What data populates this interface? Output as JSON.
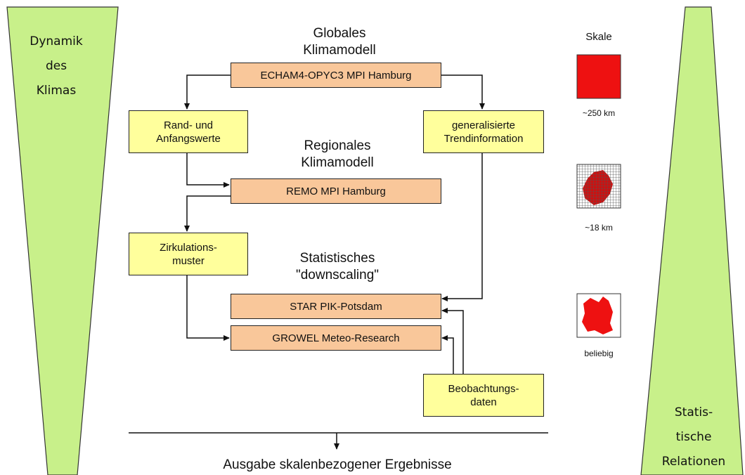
{
  "left_wedge": {
    "lines": [
      "Dynamik",
      "des",
      "Klimas"
    ],
    "color": "#c8f08a"
  },
  "right_wedge": {
    "lines": [
      "Statis-",
      "tische",
      "Relationen"
    ],
    "color": "#c8f08a"
  },
  "headings": {
    "global": [
      "Globales",
      "Klimamodell"
    ],
    "regional": [
      "Regionales",
      "Klimamodell"
    ],
    "statistical": [
      "Statistisches",
      "\"downscaling\""
    ]
  },
  "boxes": {
    "echam": "ECHAM4-OPYC3 MPI Hamburg",
    "rand": [
      "Rand- und",
      "Anfangswerte"
    ],
    "trend": [
      "generalisierte",
      "Trendinformation"
    ],
    "remo": "REMO MPI Hamburg",
    "zirk": [
      "Zirkulations-",
      "muster"
    ],
    "star": "STAR PIK-Potsdam",
    "growel": "GROWEL Meteo-Research",
    "beob": [
      "Beobachtungs-",
      "daten"
    ]
  },
  "scale": {
    "title": "Skale",
    "levels": [
      "~250 km",
      "~18 km",
      "beliebig"
    ],
    "color": "#ee1111"
  },
  "output": "Ausgabe skalenbezogener Ergebnisse",
  "colors": {
    "model_box": "#f9c79a",
    "data_box": "#ffff9c"
  }
}
